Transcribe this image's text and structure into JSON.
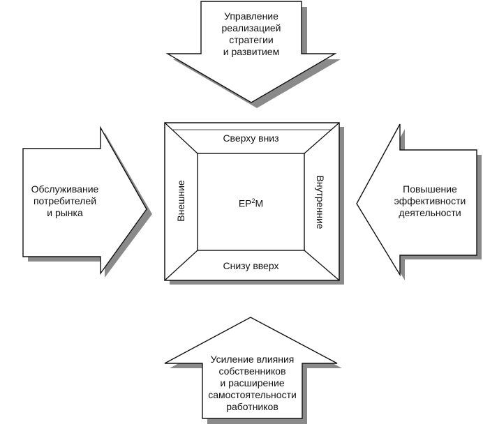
{
  "arrows": {
    "top": {
      "lines": [
        "Управление",
        "реализацией",
        "стратегии",
        "и развитием"
      ]
    },
    "left": {
      "lines": [
        "Обслуживание",
        "потребителей",
        "и рынка"
      ]
    },
    "right": {
      "lines": [
        "Повышение",
        "эффективности",
        "деятельности"
      ]
    },
    "bottom": {
      "lines": [
        "Усиление влияния",
        "собственников",
        "и расширение",
        "самостоятельности",
        "работников"
      ]
    }
  },
  "frame": {
    "top_label": "Сверху вниз",
    "bottom_label": "Снизу вверх",
    "left_label": "Внешние",
    "right_label": "Внутренние",
    "center_label_prefix": "EP",
    "center_label_sup": "2",
    "center_label_suffix": "M"
  },
  "colors": {
    "stroke": "#111111",
    "shadow": "#8a8a8a",
    "fill": "#ffffff"
  }
}
